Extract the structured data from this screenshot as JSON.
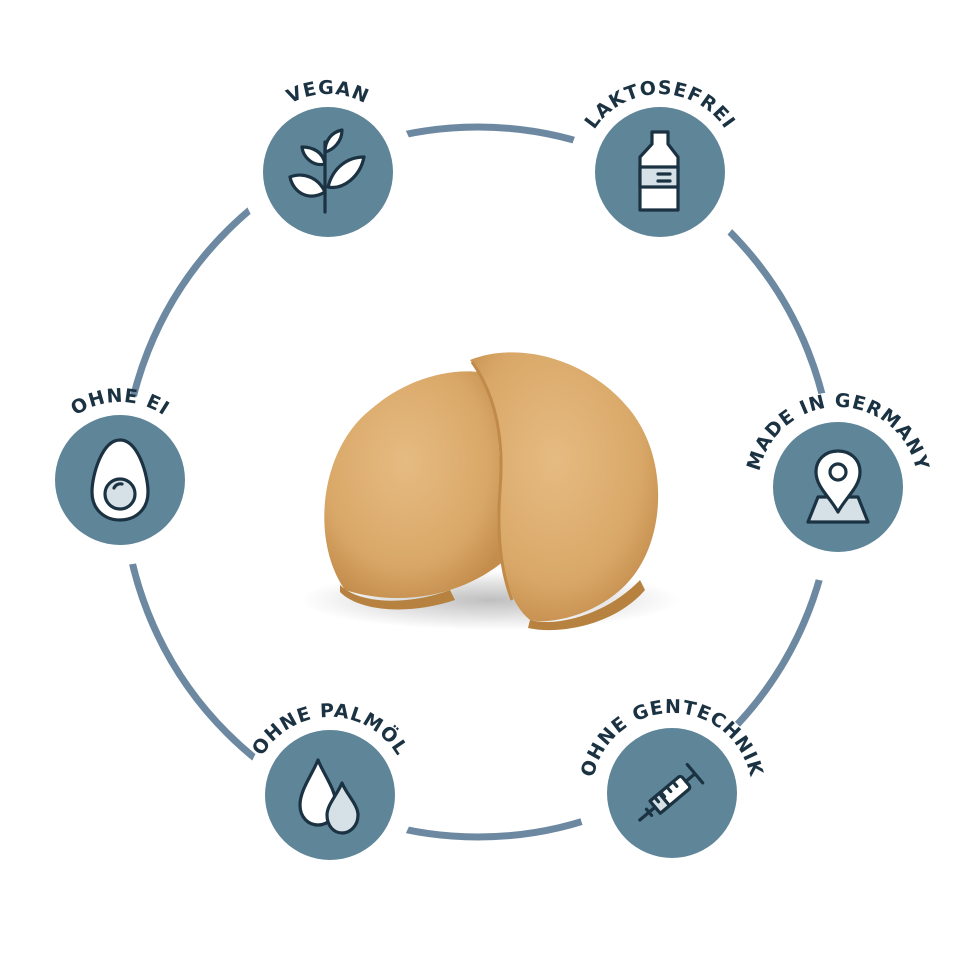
{
  "badges": [
    {
      "label": "VEGAN",
      "icon": "leaf-icon"
    },
    {
      "label": "LAKTOSEFREI",
      "icon": "milk-bottle-icon"
    },
    {
      "label": "MADE IN GERMANY",
      "icon": "map-pin-icon"
    },
    {
      "label": "OHNE EI",
      "icon": "egg-icon"
    },
    {
      "label": "OHNE PALMÖL",
      "icon": "oil-drops-icon"
    },
    {
      "label": "OHNE GENTECHNIK",
      "icon": "syringe-icon"
    }
  ],
  "colors": {
    "badge": "#5f8599",
    "ring": "#6d89a2",
    "text": "#1b3242"
  }
}
